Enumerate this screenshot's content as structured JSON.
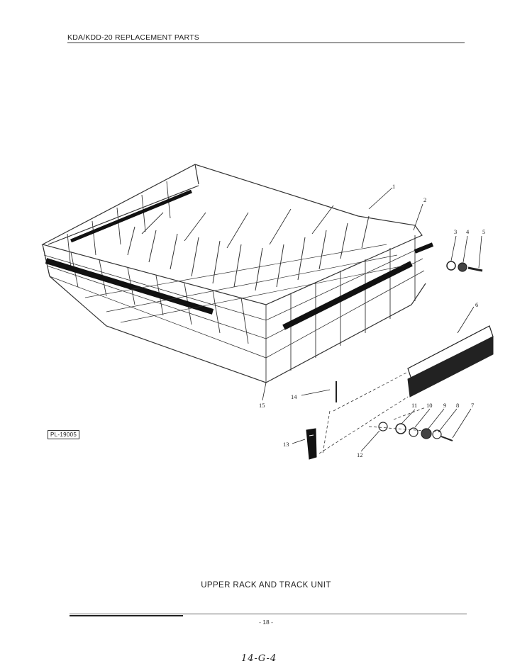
{
  "header": {
    "title": "KDA/KDD-20 REPLACEMENT PARTS"
  },
  "diagram": {
    "code": "PL-19005",
    "callouts": [
      "1",
      "2",
      "3",
      "4",
      "5",
      "6",
      "7",
      "8",
      "9",
      "10",
      "11",
      "12",
      "13",
      "14",
      "15"
    ]
  },
  "caption": "UPPER RACK AND TRACK UNIT",
  "footer": {
    "page_number": "- 18 -",
    "handwritten": "14-G-4"
  }
}
